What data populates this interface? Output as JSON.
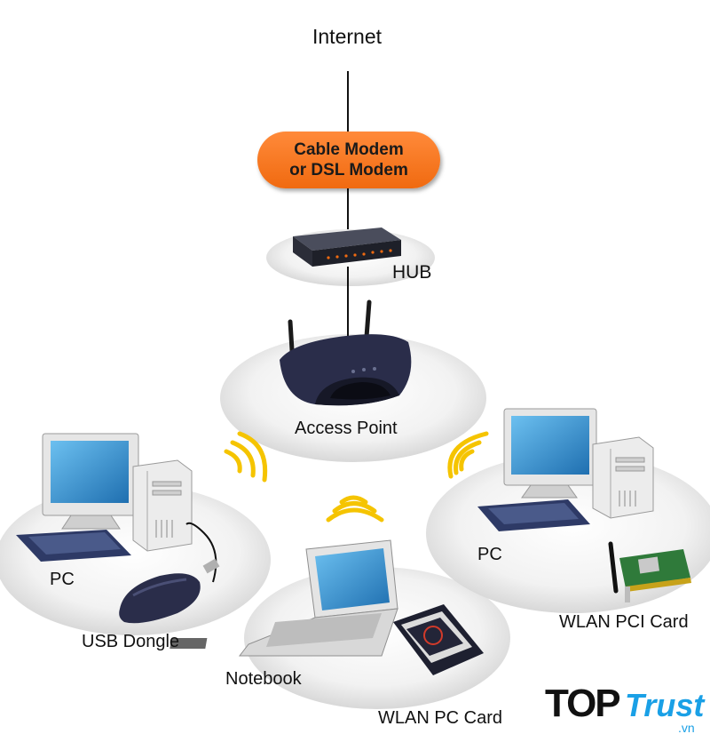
{
  "labels": {
    "internet": "Internet",
    "modem_line1": "Cable Modem",
    "modem_line2": "or DSL Modem",
    "hub": "HUB",
    "access_point": "Access Point",
    "pc_left": "PC",
    "usb_dongle": "USB Dongle",
    "notebook": "Notebook",
    "wlan_pc_card": "WLAN PC Card",
    "pc_right": "PC",
    "wlan_pci_card": "WLAN PCI Card"
  },
  "logo": {
    "top": "TOP",
    "trust": "Trust",
    "domain": ".vn"
  },
  "colors": {
    "modem_orange": "#f07a20",
    "signal_yellow": "#f5c400",
    "device_navy": "#2a2d4a",
    "pc_beige": "#e8e8e8",
    "screen_blue": "#2f8fd0",
    "logo_blue": "#1aa0e6"
  }
}
